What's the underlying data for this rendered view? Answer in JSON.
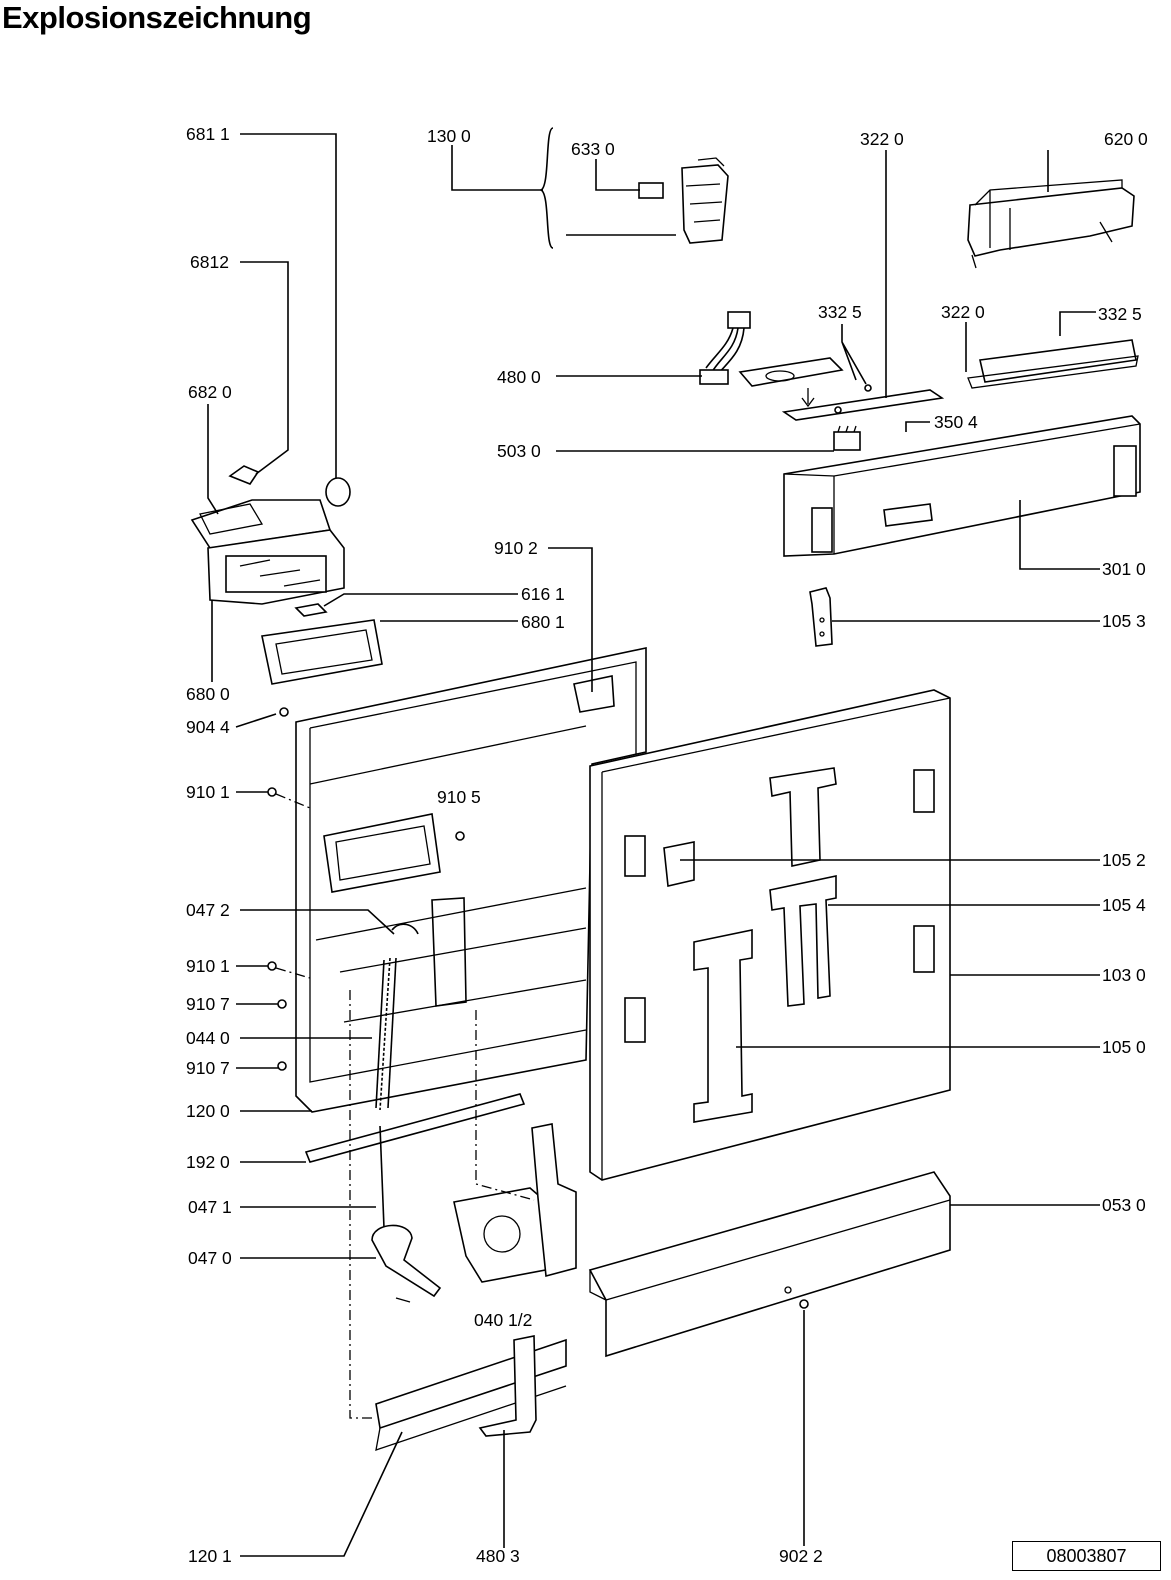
{
  "title": "Explosionszeichnung",
  "document_number": "08003807",
  "labels": {
    "l6811": "681 1",
    "l1300": "130 0",
    "l6330": "633 0",
    "l3220a": "322 0",
    "l6200": "620 0",
    "l6812": "6812",
    "l3325a": "332 5",
    "l3220b": "322  0",
    "l3325b": "332  5",
    "l4800": "480 0",
    "l6820": "682 0",
    "l3504": "350 4",
    "l5030": "503  0",
    "l9102": "910 2",
    "l3010": "301 0",
    "l6161": "616 1",
    "l6801": "680 1",
    "l1053": "105 3",
    "l6800": "680 0",
    "l9044": "904 4",
    "l9101a": "910 1",
    "l9105": "910 5",
    "l1052": "105 2",
    "l0472": "047 2",
    "l1054": "105 4",
    "l9101b": "910 1",
    "l1030": "103 0",
    "l9107a": "910 7",
    "l0440": "044 0",
    "l1050": "105 0",
    "l9107b": "910 7",
    "l1200": "120 0",
    "l1920": "192 0",
    "l0471": "047 1",
    "l0530": "053 0",
    "l0470": "047 0",
    "l0401": "040 1/2",
    "l1201": "120 1",
    "l4803": "480 3",
    "l9022": "902 2"
  }
}
